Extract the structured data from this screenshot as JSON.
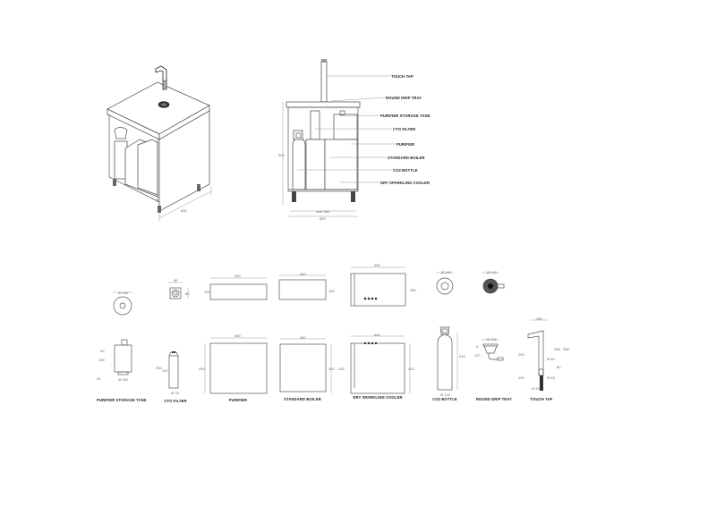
{
  "sheet": {
    "title": "Dry sparkling water system — component layout",
    "background": "#ffffff",
    "line_color": "#444444"
  },
  "isometric": {
    "width_dim": "600"
  },
  "front_view": {
    "callouts": [
      "TOUCH TAP",
      "ROUND DRIP TRAY",
      "PURIFIER STORAGE TANK",
      "CTO FILTER",
      "PURIFIER",
      "STANDARD BOILER",
      "CO2 BOTTLE",
      "DRY SPARKLING COOLER"
    ],
    "height_dim": "900",
    "inner_width_dim": "max 560",
    "outer_width_dim": "600"
  },
  "components": {
    "purifier_storage_tank": {
      "caption": "PURIFIER STORAGE TANK",
      "top_dia": "Ø 160",
      "side_dims": [
        "50",
        "130",
        "20"
      ],
      "bottom_dia": "Ø 160"
    },
    "cto_filter": {
      "caption": "CTO FILTER",
      "top_w": "80",
      "top_h": "80",
      "side_dims": [
        "282",
        "242"
      ],
      "bottom_dia": "Ø 78"
    },
    "purifier": {
      "caption": "PURIFIER",
      "top_w": "450",
      "top_h": "110",
      "front_w": "450",
      "front_h": "400"
    },
    "standard_boiler": {
      "caption": "STANDARD BOILER",
      "top_w": "380",
      "top_h": "150",
      "front_w": "380",
      "front_h1": "400",
      "front_h2": "415"
    },
    "dry_sparkling_cooler": {
      "caption": "DRY SPARKLING COOLER",
      "top_w": "440",
      "top_h": "260",
      "front_w": "440",
      "front_h": "420"
    },
    "co2_bottle": {
      "caption": "CO2 BOTTLE",
      "top_dia": "Ø 142",
      "height": "515",
      "bottom_dia": "Ø 142"
    },
    "round_drip_tray": {
      "caption": "ROUND DRIP TRAY",
      "top_dia": "Ø 100",
      "dims": [
        "5",
        "127"
      ]
    },
    "touch_tap": {
      "caption": "TOUCH TAP",
      "top_w": "150",
      "dims": [
        "294",
        "288",
        "358",
        "Ø 40",
        "60",
        "100",
        "Ø 48",
        "Ø 28"
      ]
    }
  }
}
